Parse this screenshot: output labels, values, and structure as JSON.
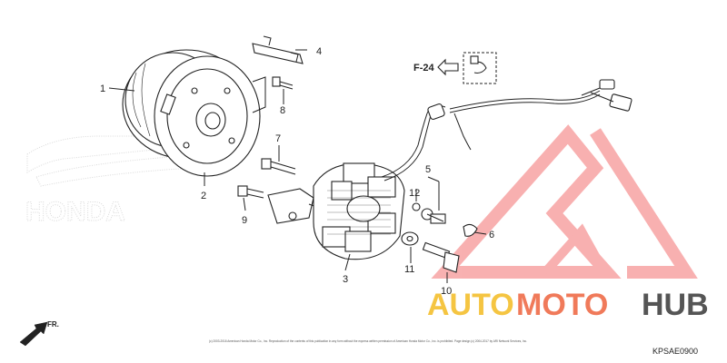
{
  "diagram": {
    "reference": "F-24",
    "part_code": "KPSAE0900",
    "direction_label": "FR.",
    "copyright": "(c) 2003-2018 American Honda Motor Co., Inc. Reproduction of the contents of this publication in any form without the express written permission of American Honda Motor Co., Inc. is prohibited. Page design (c) 2004-2017 by ARI Network Services, Inc.",
    "background_logo_text": "HONDA",
    "callouts": [
      "1",
      "2",
      "3",
      "4",
      "5",
      "6",
      "7",
      "8",
      "9",
      "10",
      "11",
      "12"
    ]
  },
  "watermark": {
    "text_part1": "AUTO",
    "text_part2": "MOTO",
    "text_part3": "HUB",
    "colors": {
      "auto": "#f5c542",
      "moto": "#f07a5a",
      "hub": "#555555",
      "logo": "#f7a3a3"
    }
  }
}
